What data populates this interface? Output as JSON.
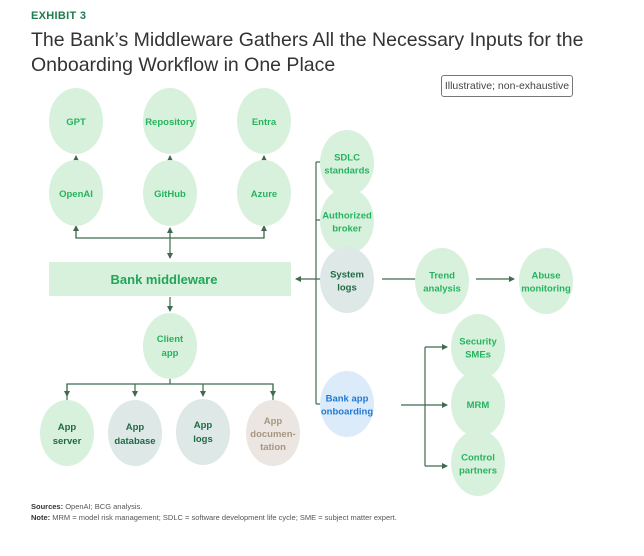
{
  "header": {
    "exhibit": "EXHIBIT 3",
    "title": "The Bank’s Middleware Gathers All the Necessary Inputs for the Onboarding Workflow in One Place",
    "tag": "Illustrative; non-exhaustive"
  },
  "nodes": {
    "gpt": [
      "GPT"
    ],
    "repository": [
      "Repository"
    ],
    "entra": [
      "Entra"
    ],
    "openai": [
      "OpenAI"
    ],
    "github": [
      "GitHub"
    ],
    "azure": [
      "Azure"
    ],
    "middleware": [
      "Bank middleware"
    ],
    "client_app": [
      "Client",
      "app"
    ],
    "app_server": [
      "App",
      "server"
    ],
    "app_database": [
      "App",
      "database"
    ],
    "app_logs": [
      "App",
      "logs"
    ],
    "app_documentation": [
      "App",
      "documen-",
      "tation"
    ],
    "sdlc": [
      "SDLC",
      "standards"
    ],
    "broker": [
      "Authorized",
      "broker"
    ],
    "system_logs": [
      "System",
      "logs"
    ],
    "trend": [
      "Trend",
      "analysis"
    ],
    "abuse": [
      "Abuse",
      "monitoring"
    ],
    "onboarding": [
      "Bank app",
      "onboarding"
    ],
    "security": [
      "Security",
      "SMEs"
    ],
    "mrm": [
      "MRM"
    ],
    "control": [
      "Control",
      "partners"
    ]
  },
  "colors": {
    "accent_green": "#27b35e",
    "node_green": "#d8f1dd",
    "node_gray": "#dde8e7",
    "node_beige": "#ebe6e1",
    "node_blue": "#dcebfa",
    "line": "#3f6a4e"
  },
  "footer": {
    "sources_label": "Sources:",
    "sources": "OpenAI; BCG analysis.",
    "note_label": "Note:",
    "note": "MRM = model risk management; SDLC = software development life cycle; SME = subject matter expert."
  }
}
